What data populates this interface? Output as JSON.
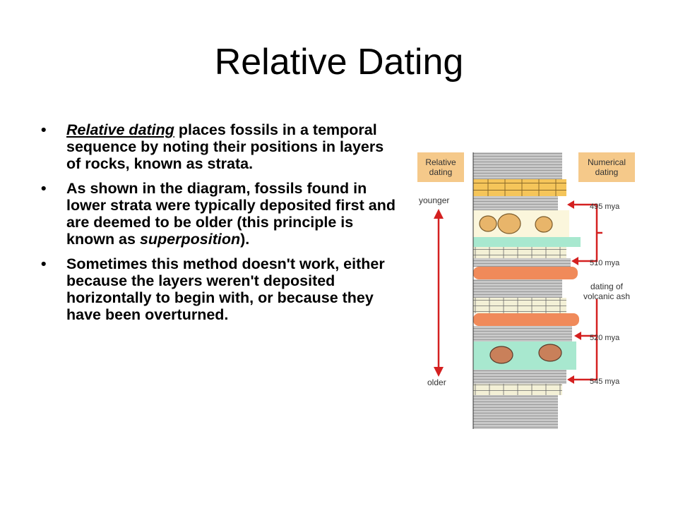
{
  "slide": {
    "title": "Relative Dating",
    "bullets": [
      {
        "term": "Relative dating",
        "text": " places fossils in a temporal sequence by noting their positions in layers of rocks, known as strata."
      },
      {
        "text_before": "As shown in the diagram, fossils found in lower strata were typically deposited first and are deemed to be older (this principle is known as ",
        "italic": "superposition",
        "text_after": ")."
      },
      {
        "text": "Sometimes this method doesn't work, either because the layers weren't deposited horizontally to begin with, or because they have been overturned."
      }
    ],
    "bullet_glyph": "•"
  },
  "diagram": {
    "relative_header": [
      "Relative",
      "dating"
    ],
    "numerical_header": [
      "Numerical",
      "dating"
    ],
    "younger_label": "younger",
    "older_label": "older",
    "ages": [
      "495 mya",
      "510 mya",
      "520 mya",
      "545 mya"
    ],
    "ash_label": [
      "dating of",
      "volcanic ash"
    ],
    "colors": {
      "header_bg": "#f5c98a",
      "sandstone": "#f5c55a",
      "shale": "#c9c9c9",
      "limestone": "#f3f0d6",
      "fossil_bed": "#a8e8cf",
      "ash": "#f08a5a",
      "arrow": "#d42020"
    }
  }
}
